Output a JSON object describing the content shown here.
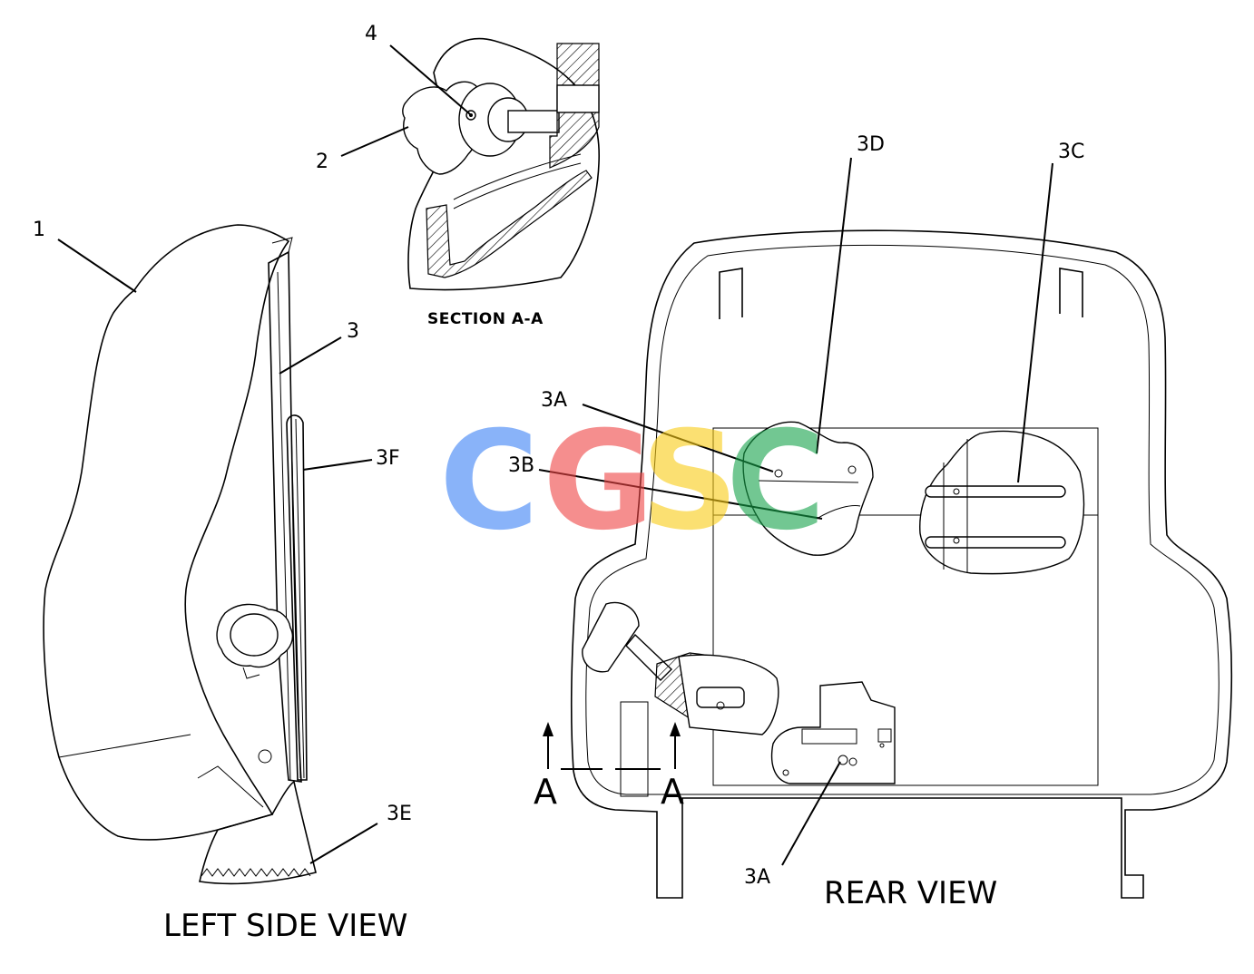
{
  "callouts": {
    "c1": "1",
    "c2": "2",
    "c3": "3",
    "c3f": "3F",
    "c3e": "3E",
    "c4": "4",
    "c3d": "3D",
    "c3c": "3C",
    "c3a_top": "3A",
    "c3b": "3B",
    "c3a_bottom": "3A"
  },
  "captions": {
    "section": "SECTION A-A",
    "left_view": "LEFT SIDE VIEW",
    "rear_view": "REAR VIEW"
  },
  "section_marks": {
    "left": "A",
    "right": "A"
  },
  "watermark": {
    "letters": [
      "C",
      "G",
      "S",
      "C"
    ],
    "colors": [
      "#3b82f6",
      "#ef4444",
      "#facc15",
      "#16a34a"
    ]
  }
}
